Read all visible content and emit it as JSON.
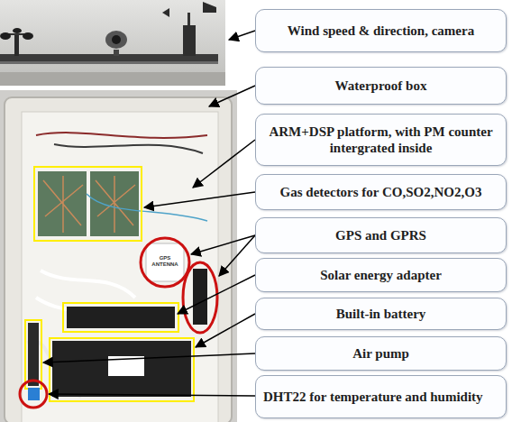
{
  "diagram": {
    "nodes": [
      {
        "text": [
          "Wind speed & direction, camera"
        ]
      },
      {
        "text": [
          "Waterproof box"
        ]
      },
      {
        "text": [
          "ARM+DSP platform, with PM counter intergrated inside"
        ]
      },
      {
        "text": [
          "Gas detectors for CO,SO2,NO2,O3"
        ]
      },
      {
        "text": [
          "GPS and GPRS"
        ]
      },
      {
        "text": [
          "Solar energy adapter"
        ]
      },
      {
        "text": [
          "Built-in battery"
        ]
      },
      {
        "text": [
          "Air pump"
        ]
      },
      {
        "text": [
          "DHT22 for temperature and humidity"
        ]
      }
    ],
    "labels": [
      "GPS ANTENNA"
    ]
  }
}
